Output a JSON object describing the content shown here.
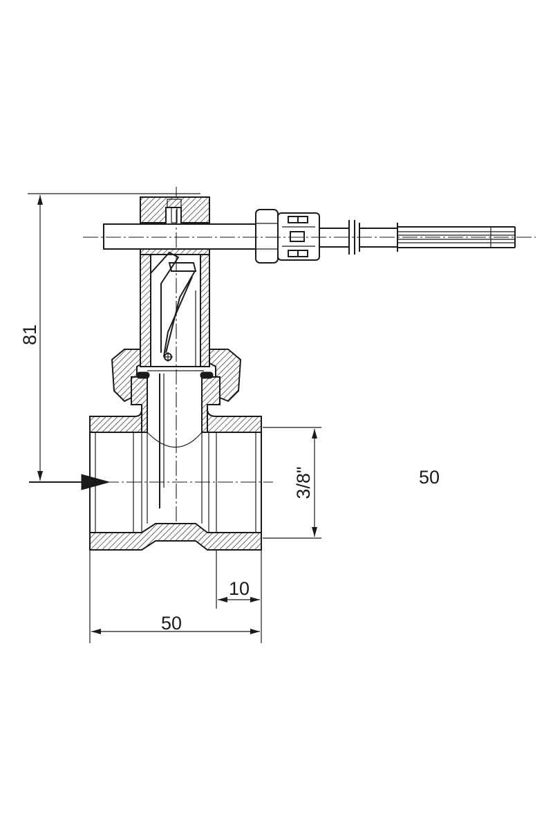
{
  "dimensions": {
    "height_total": "81",
    "thread_size": "3/8\"",
    "side_label": "50",
    "end_length": "10",
    "body_length": "50"
  }
}
